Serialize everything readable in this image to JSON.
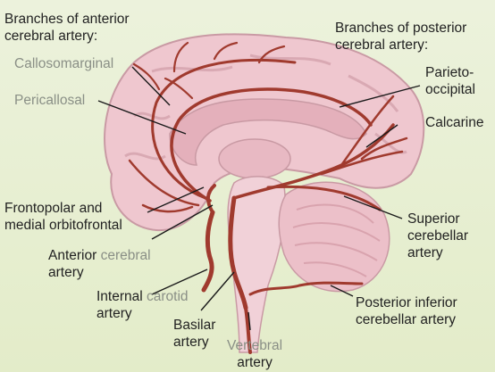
{
  "labels": {
    "anterior_group": [
      "Branches of anterior",
      "cerebral artery:"
    ],
    "posterior_group": [
      "Branches of posterior",
      "cerebral artery:"
    ],
    "callosomarginal": "Callosomarginal",
    "pericallosal": "Pericallosal",
    "parieto_occipital": [
      "Parieto-",
      "occipital"
    ],
    "calcarine": "Calcarine",
    "frontopolar": [
      "Frontopolar and",
      "medial orbitofrontal"
    ],
    "anterior_cerebral": {
      "dark": "Anterior",
      "soft": "cerebral",
      "line2": "artery"
    },
    "superior_cerebellar": [
      "Superior",
      "cerebellar",
      "artery"
    ],
    "internal_carotid": {
      "dark": "Internal",
      "soft": "carotid",
      "line2": "artery"
    },
    "basilar": [
      "Basilar",
      "artery"
    ],
    "vertebral": {
      "soft": "Vertebral",
      "line2": "artery"
    },
    "posterior_inferior_cerebellar": [
      "Posterior inferior",
      "cerebellar artery"
    ]
  },
  "colors": {
    "background": "#e9f0d6",
    "brain": "#efc7cf",
    "artery": "#a03a2e",
    "leader": "#1a1a1a"
  }
}
